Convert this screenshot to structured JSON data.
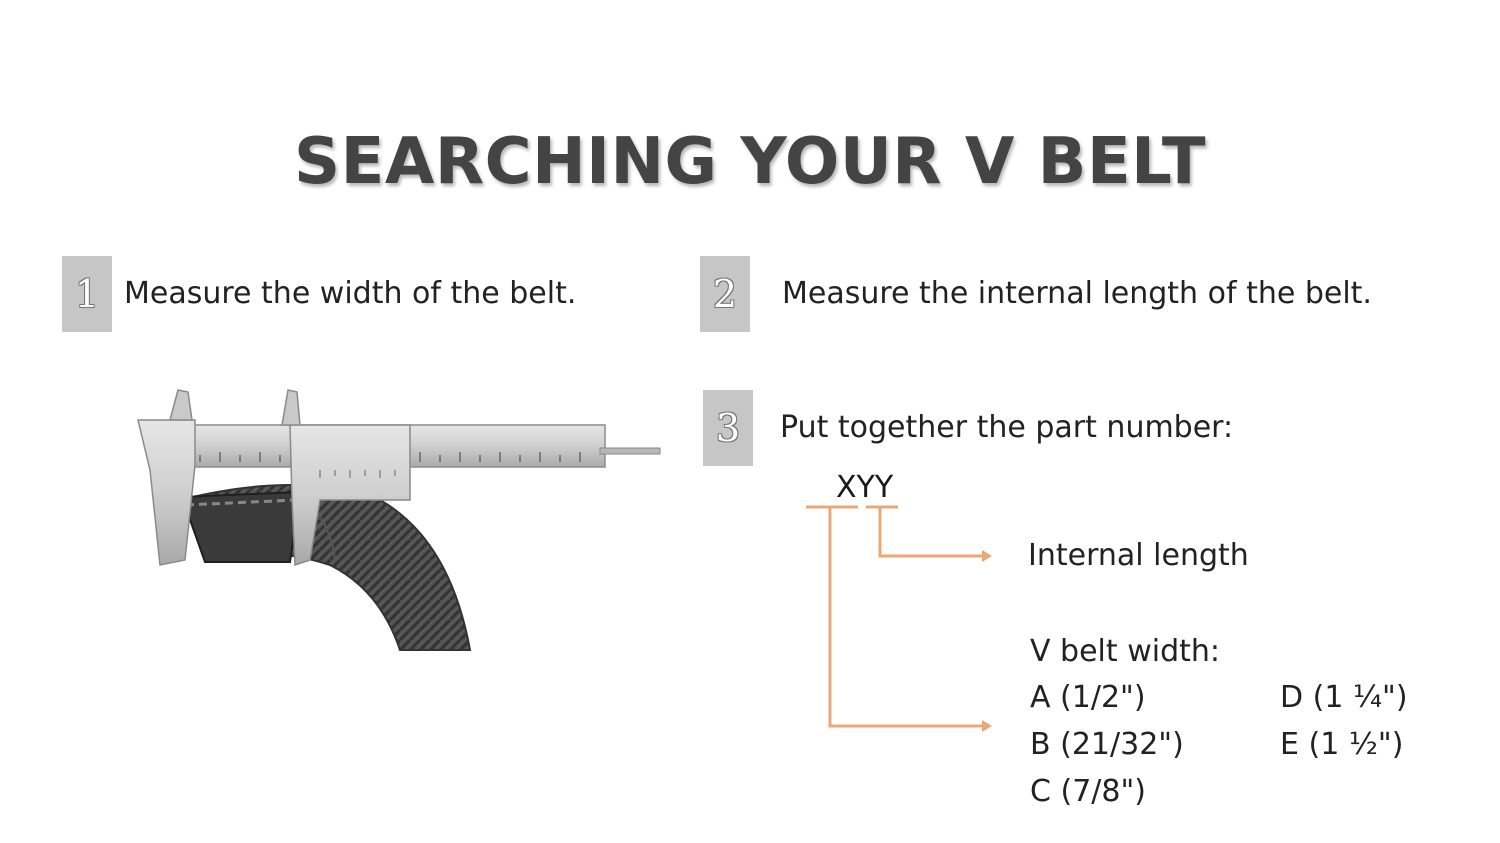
{
  "title": "SEARCHING YOUR V BELT",
  "steps": [
    {
      "number": "1",
      "text": "Measure the width of the belt."
    },
    {
      "number": "2",
      "text": "Measure the internal length of the belt."
    },
    {
      "number": "3",
      "text": "Put together the part number:"
    }
  ],
  "part_number": {
    "code": "XYY",
    "length_label": "Internal length",
    "width_heading": "V belt width:",
    "widths": [
      "A (1/2\")",
      "B (21/32\")",
      "C (7/8\")",
      "D (1 ¼\")",
      "E (1 ½\")"
    ]
  },
  "colors": {
    "badge": "#c6c6c6",
    "connector": "#e8a878",
    "title": "#444444"
  },
  "illustration": "caliper-measuring-belt"
}
